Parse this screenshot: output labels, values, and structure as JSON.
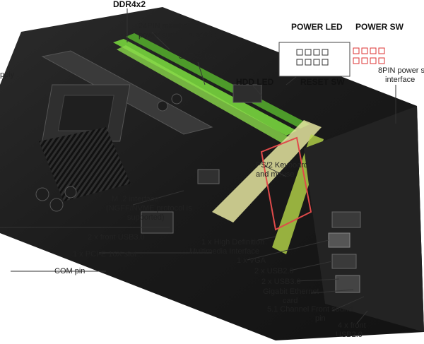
{
  "labels": {
    "ddr": "DDR4x2",
    "pin24_l1": "24PIN mainboard",
    "pin24_l2": "power supply interface",
    "sata": "SATA3.0x3",
    "power_led": "POWER LED",
    "power_sw": "POWER SW",
    "hdd_led": "HDD LED",
    "reset_sw": "RESET SW",
    "pin8_l1": "8PIN power s",
    "pin8_l2": "interface",
    "supply": "pply",
    "ps2_l1": "PS/2 Keyboard",
    "ps2_l2": "and mouse",
    "m2_l1": "M .2 interface",
    "m2_l2": "(NGFF/NVME protocol is",
    "m2_l3": "supported)",
    "front_usb3": "2 x front USB3.0",
    "pcie": "1 x PCI-E 16X slot",
    "com": "COM pin",
    "hdmi_l1": "1 x High Definition",
    "hdmi_l2": "Multimedia Interface",
    "vga": "1 x VGA",
    "usb2": "2 x USB2.0",
    "usb3": "2 x USB3.0",
    "eth_l1": "Gigabit Ethernet",
    "eth_l2": "card",
    "sound_l1": "5.1 Channel  Front sound",
    "sound_l2": "pin",
    "front_usb2_l1": "4 x front",
    "front_usb2_l2": "USB2.0"
  }
}
